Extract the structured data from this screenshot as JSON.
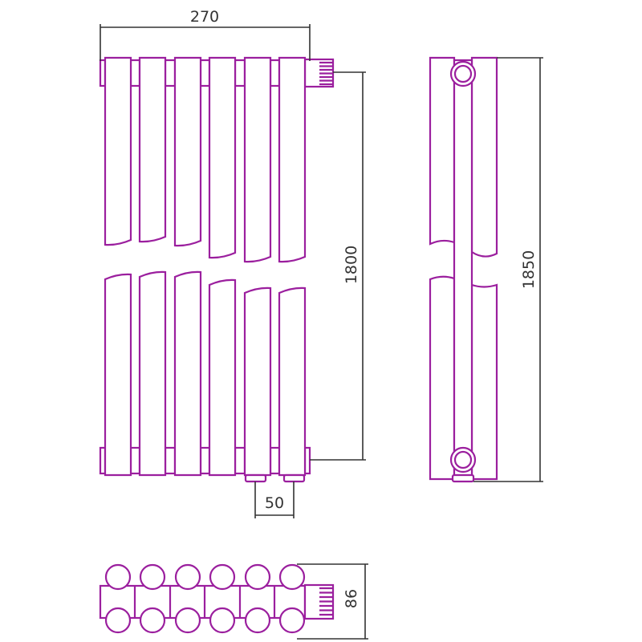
{
  "dimensions": {
    "width_label": "270",
    "height_axis_label": "1800",
    "pipe_spacing_label": "50",
    "total_height_label": "1850",
    "depth_label": "86"
  },
  "colors": {
    "outline": "#9b1f9e",
    "dimension": "#333333"
  },
  "sections": 6
}
